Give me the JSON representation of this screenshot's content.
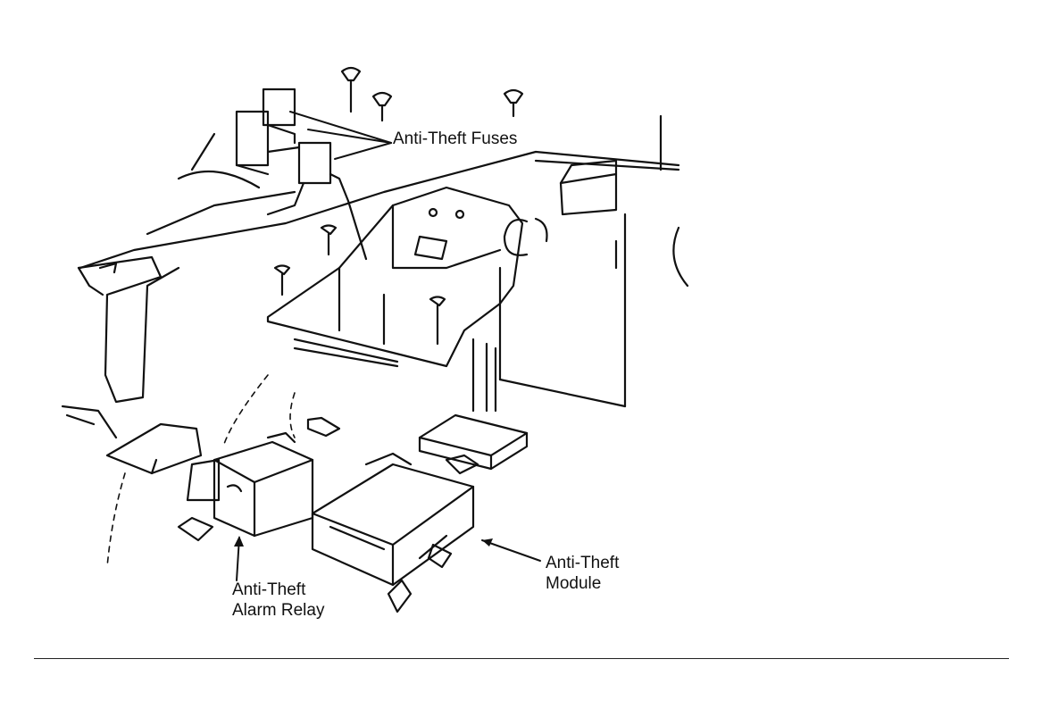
{
  "labels": {
    "fuses": "Anti-Theft Fuses",
    "module_line1": "Anti-Theft",
    "module_line2": "Module",
    "relay_line1": "Anti-Theft",
    "relay_line2": "Alarm Relay"
  },
  "colors": {
    "ink": "#111111",
    "background": "#ffffff"
  }
}
